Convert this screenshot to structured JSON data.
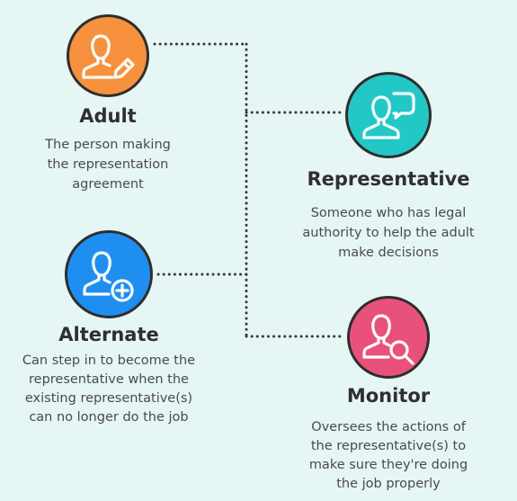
{
  "roles": {
    "adult": {
      "title": "Adult",
      "lines": [
        "The person making",
        "the representation",
        "agreement"
      ],
      "color": "#f7913d",
      "icon": "person-pencil-icon"
    },
    "representative": {
      "title": "Representative",
      "lines": [
        "Someone who has legal",
        "authority to help the adult",
        "make decisions"
      ],
      "color": "#23c8c6",
      "icon": "person-speech-bubble-icon"
    },
    "alternate": {
      "title": "Alternate",
      "lines": [
        "Can step in to become the",
        "representative when the",
        "existing representative(s)",
        "can no longer do the job"
      ],
      "color": "#1e8ff0",
      "icon": "person-plus-icon"
    },
    "monitor": {
      "title": "Monitor",
      "lines": [
        "Oversees the actions of",
        "the representative(s) to",
        "make sure they're doing",
        "the job properly"
      ],
      "color": "#e8527a",
      "icon": "person-magnifier-icon"
    }
  }
}
